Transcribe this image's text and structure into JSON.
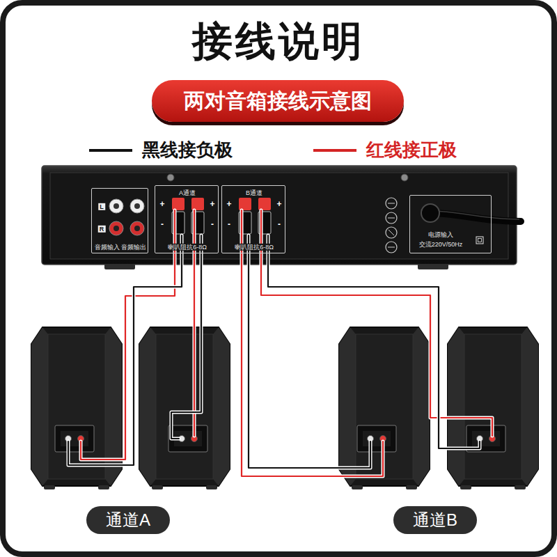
{
  "diagram": {
    "title": "接线说明",
    "nodes": [
      {
        "text": [
          "两对音箱接线示意图"
        ]
      },
      {
        "text": [
          "L",
          "R",
          "音频输入",
          "音频输出"
        ]
      },
      {
        "text": [
          "A通道",
          "+",
          "-",
          "+",
          "-",
          "喇叭阻抗6-8Ω"
        ]
      },
      {
        "text": [
          "B通道",
          "+",
          "-",
          "+",
          "-",
          "喇叭阻抗6-8Ω"
        ]
      },
      {
        "text": [
          "电源输入",
          "交流220V/50Hz"
        ]
      },
      {
        "text": [
          "通道A"
        ]
      },
      {
        "text": [
          "通道B"
        ]
      }
    ],
    "legend": [
      {
        "text": "黑线接负极"
      },
      {
        "text": "红线接正极"
      }
    ]
  }
}
